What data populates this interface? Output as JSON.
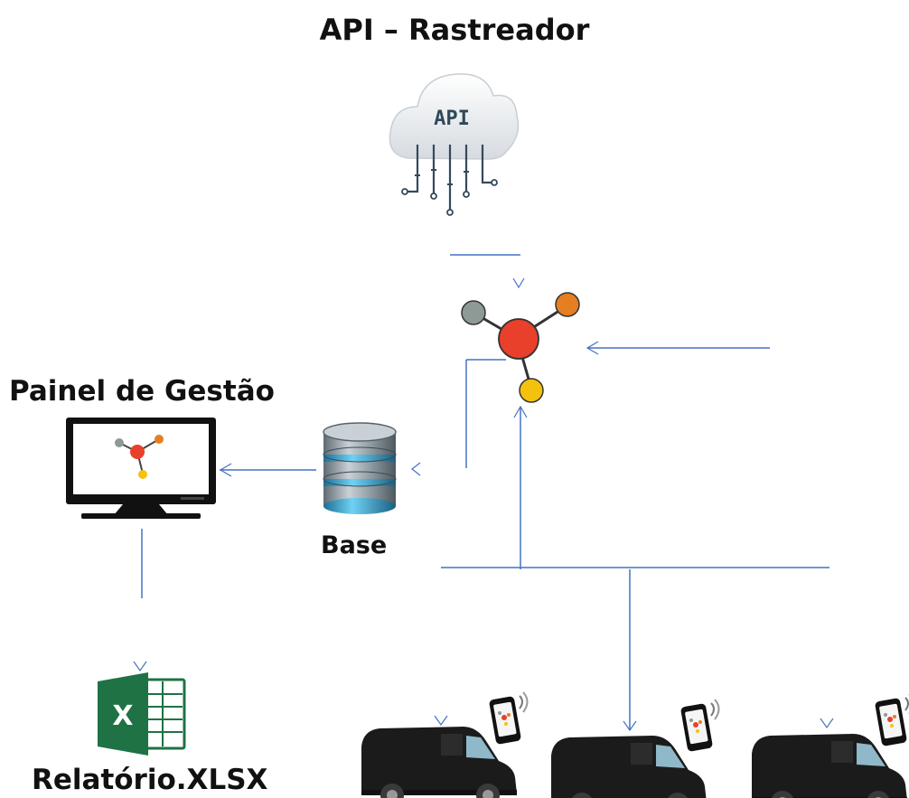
{
  "titles": {
    "api": "API – Rastreador",
    "painel": "Painel de Gestão",
    "base": "Base",
    "relatorio": "Relatório.XLSX"
  },
  "icons": {
    "cloud_label": "API",
    "excel_letter": "X"
  },
  "colors": {
    "line": "#4472c4",
    "node_red": "#e8402a",
    "node_orange": "#e67e22",
    "node_gray": "#8e9a96",
    "node_yellow": "#f4c20d",
    "excel_green": "#1f7244",
    "db_blue": "#2d9fd0",
    "vehicle": "#1b1b1b"
  }
}
